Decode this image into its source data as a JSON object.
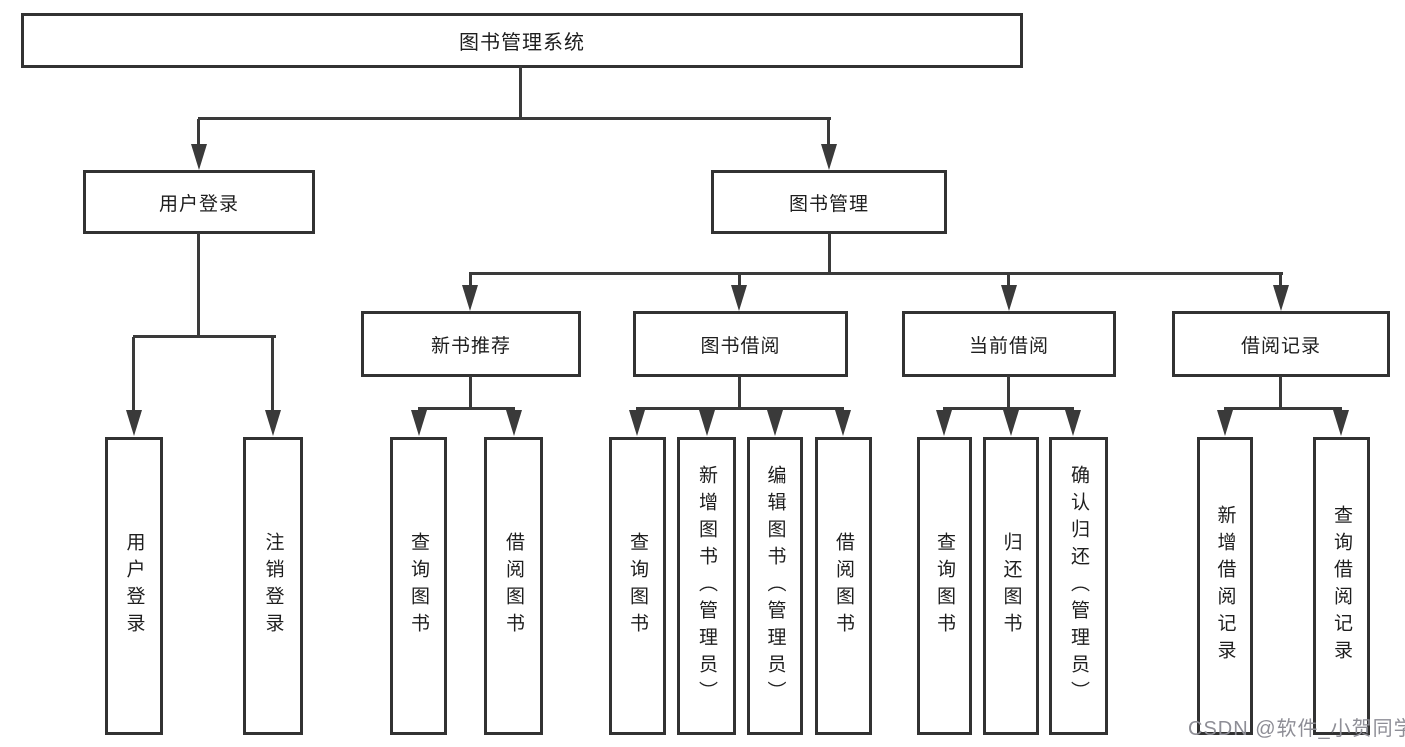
{
  "diagram": {
    "title": "图书管理系统",
    "nodes": {
      "root": "图书管理系统",
      "user_login": "用户登录",
      "book_mgmt": "图书管理",
      "new_books": "新书推荐",
      "book_borrow": "图书借阅",
      "current_borrow": "当前借阅",
      "borrow_records": "借阅记录",
      "leaf_user_login": "用户登录",
      "leaf_logout": "注销登录",
      "leaf_query_books_newbooks": "查询图书",
      "leaf_borrow_books_newbooks": "借阅图书",
      "leaf_query_books_borrow": "查询图书",
      "leaf_add_books_admin": "新增图书（管理员）",
      "leaf_edit_books_admin": "编辑图书（管理员）",
      "leaf_borrow_books_borrow": "借阅图书",
      "leaf_query_books_current": "查询图书",
      "leaf_return_books": "归还图书",
      "leaf_confirm_return_admin": "确认归还（管理员）",
      "leaf_add_borrow_record": "新增借阅记录",
      "leaf_query_borrow_record": "查询借阅记录"
    },
    "hierarchy": {
      "图书管理系统": {
        "用户登录": [
          "用户登录",
          "注销登录"
        ],
        "图书管理": {
          "新书推荐": [
            "查询图书",
            "借阅图书"
          ],
          "图书借阅": [
            "查询图书",
            "新增图书（管理员）",
            "编辑图书（管理员）",
            "借阅图书"
          ],
          "当前借阅": [
            "查询图书",
            "归还图书",
            "确认归还（管理员）"
          ],
          "借阅记录": [
            "新增借阅记录",
            "查询借阅记录"
          ]
        }
      }
    }
  },
  "watermark": {
    "text": "CSDN @软件_小贺同学"
  },
  "colors": {
    "background": "#ffffff",
    "box_border": "#323232",
    "line": "#3a3a3a",
    "text": "#1e1e1e",
    "watermark": "#8e8e96"
  }
}
